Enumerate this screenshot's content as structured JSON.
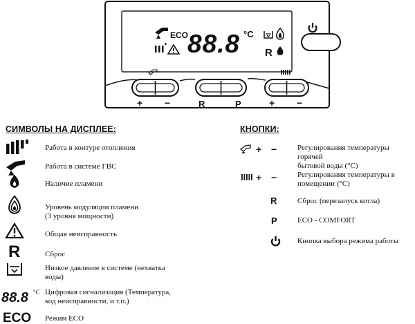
{
  "panel": {
    "display": {
      "eco": "ECO",
      "digits": "88.8",
      "unit": "°C",
      "reset_letter": "R"
    },
    "button_labels": {
      "plus_left": "+",
      "minus_left": "−",
      "r_letter": "R",
      "p_letter": "P",
      "plus_right": "+",
      "minus_right": "−"
    }
  },
  "symbols_section": {
    "title": "СИМВОЛЫ НА ДИСПЛЕЕ:",
    "items": [
      {
        "icon": "radiator-icon",
        "text": "Работа в контуре отопления"
      },
      {
        "icon": "hot-water-tap-icon",
        "text": "Работа в системе ГВС"
      },
      {
        "icon": "flame-icon",
        "text": "Наличие пламени"
      },
      {
        "icon": "flame-levels-icon",
        "text": "Уровень модуляции пламени\n(3 уровня мощности)"
      },
      {
        "icon": "warning-icon",
        "text": "Общая неисправность"
      },
      {
        "icon": "reset-r-icon",
        "glyph": "R",
        "text": "Сброс"
      },
      {
        "icon": "low-pressure-icon",
        "text": "Низкое давление в системе (нехватка\nводы)"
      },
      {
        "icon": "digits-icon",
        "glyph": "88.8",
        "unit": "°C",
        "text": "Цифровая сигнализация (Температура,\nкод неисправности, и т.п.)"
      },
      {
        "icon": "eco-icon",
        "glyph": "ECO",
        "text": "Режим ECO"
      }
    ]
  },
  "buttons_section": {
    "title": "КНОПКИ:",
    "items": [
      {
        "icon": "tap-plus-minus-icon",
        "plus": "+",
        "minus": "−",
        "text": "Регулирования температуры горячей\nбытовой воды (°C)"
      },
      {
        "icon": "radiator-plus-minus-icon",
        "plus": "+",
        "minus": "−",
        "text": "Регулирования температуры в\nпомещении (°C)"
      },
      {
        "icon": "r-key-icon",
        "glyph": "R",
        "text": "Сброс (перезапуск котла)"
      },
      {
        "icon": "p-key-icon",
        "glyph": "P",
        "text": "ECO - COMFORT"
      },
      {
        "icon": "power-icon",
        "text": "Кнопка выбора режима работы"
      }
    ]
  }
}
